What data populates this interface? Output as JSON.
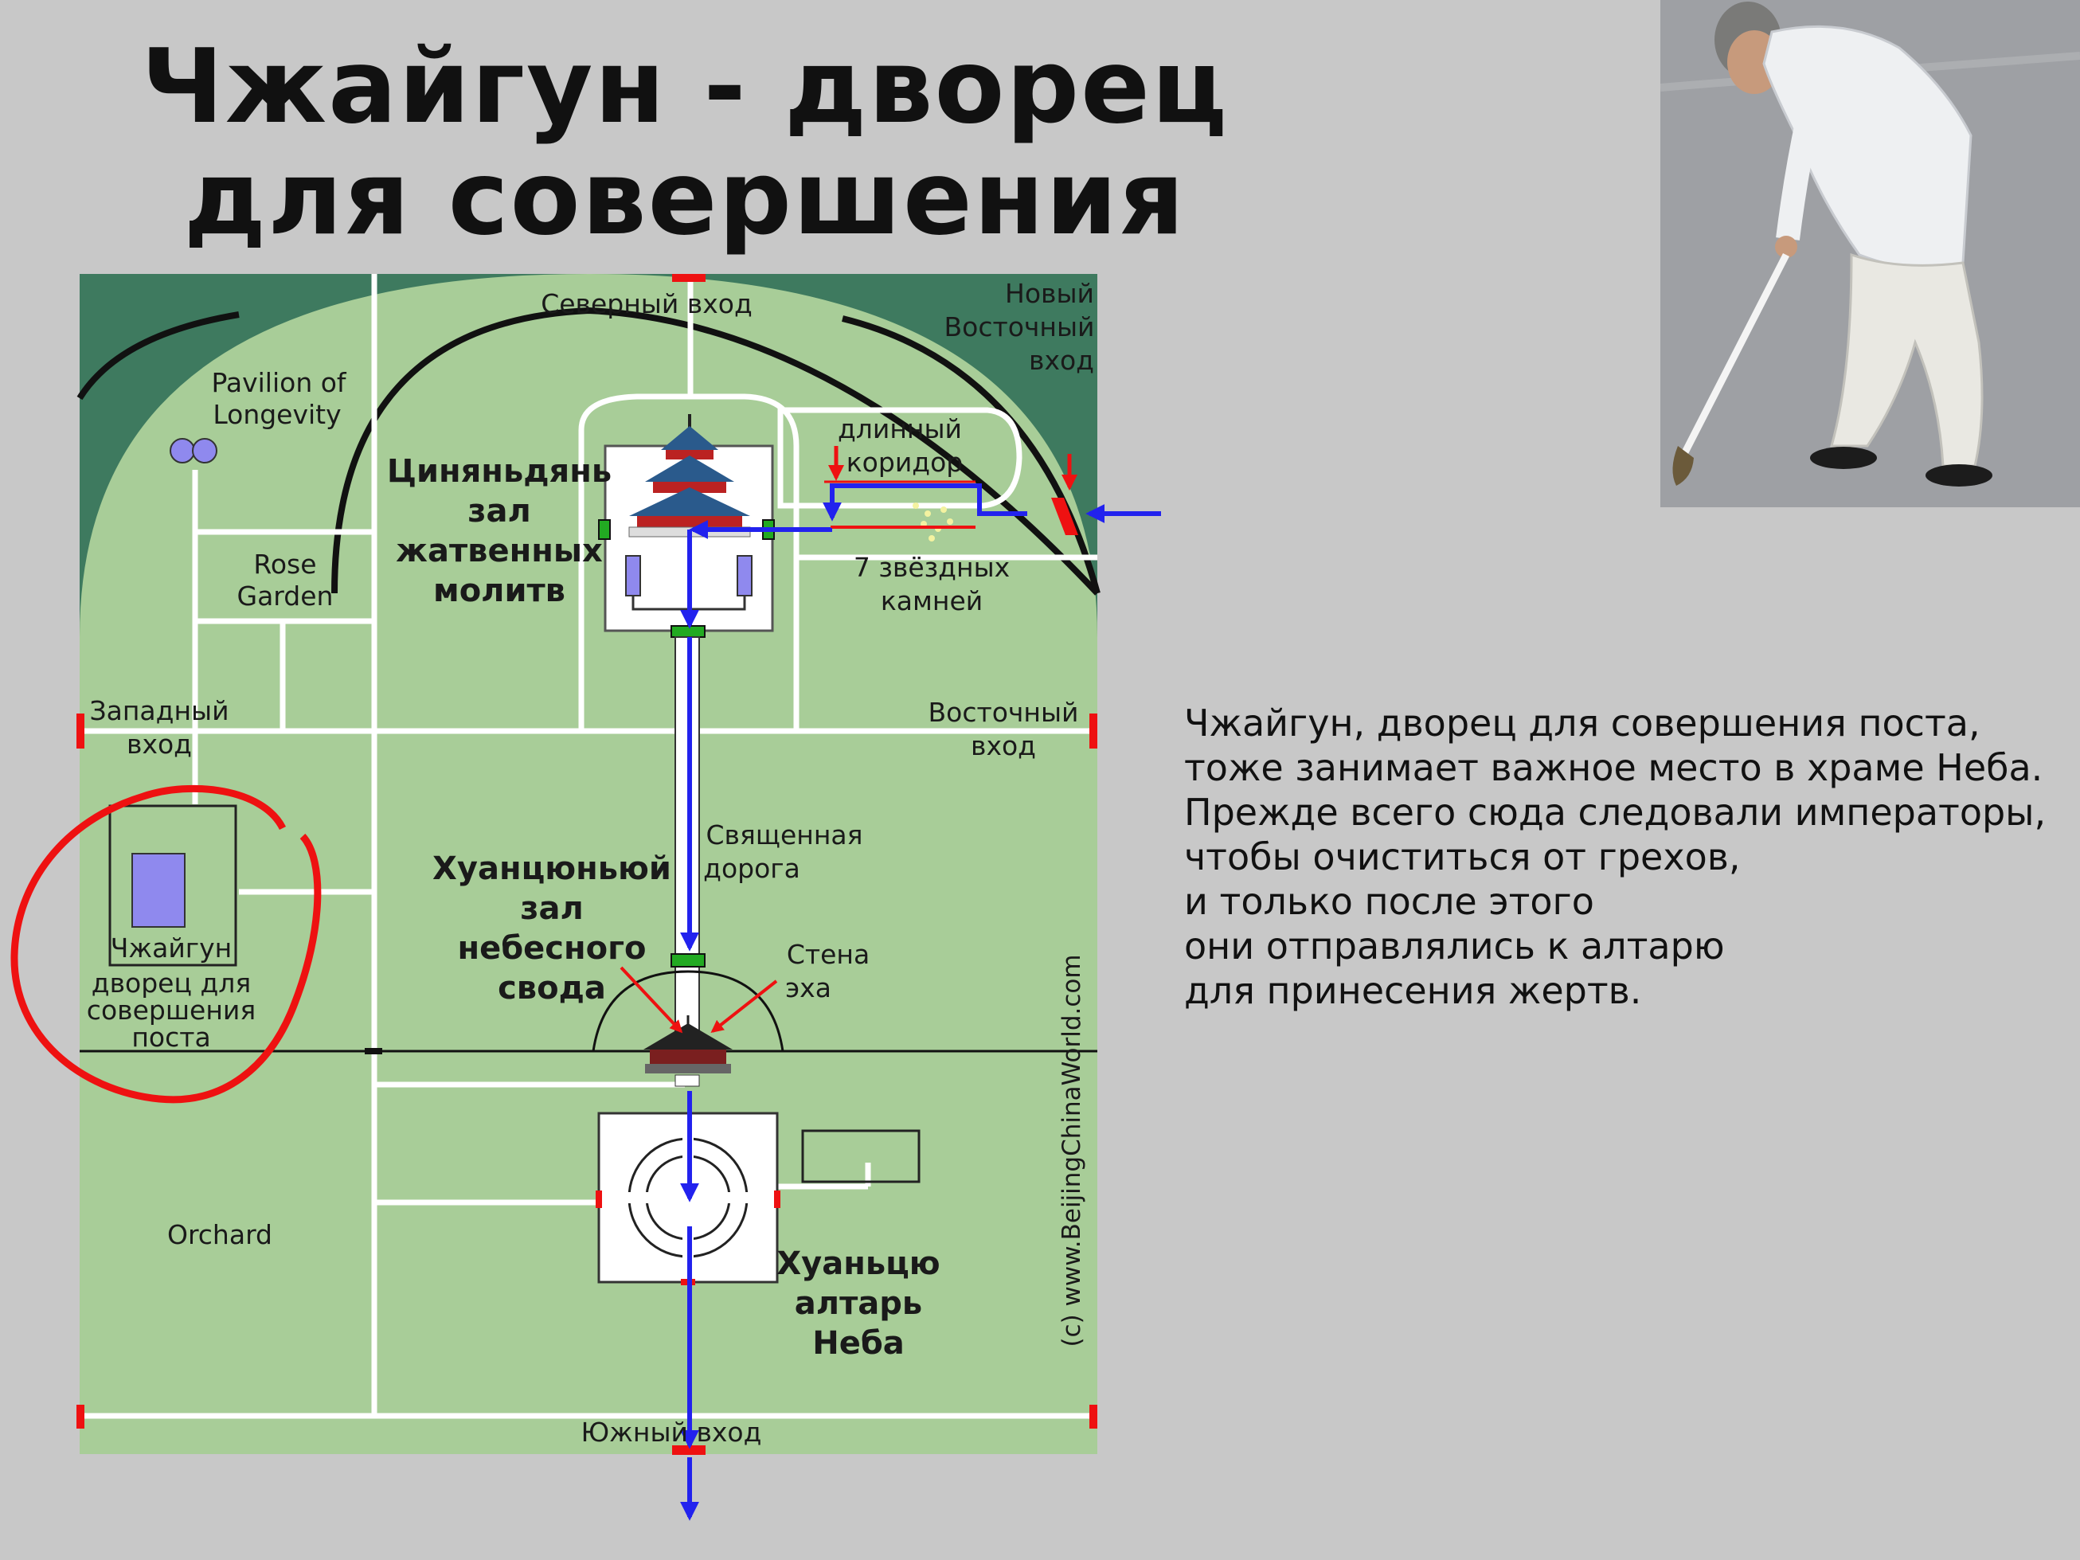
{
  "slide": {
    "title_line1": "Чжайгун - дворец",
    "title_line2": "для совершения поста"
  },
  "map": {
    "north_entrance": "Северный вход",
    "new_east_entrance": [
      "Новый",
      "Восточный",
      "вход"
    ],
    "pavilion_of_longevity": [
      "Pavilion of",
      "Longevity"
    ],
    "qinian_hall": [
      "Циняньдянь",
      "зал",
      "жатвенных",
      "молитв"
    ],
    "long_corridor": [
      "длинный",
      "коридор"
    ],
    "rose_garden": [
      "Rose",
      "Garden"
    ],
    "seven_star_stones": [
      "7 звёздных",
      "камней"
    ],
    "west_entrance": [
      "Западный",
      "вход"
    ],
    "east_entrance": [
      "Восточный",
      "вход"
    ],
    "sacred_way": [
      "Священная",
      "дорога"
    ],
    "huangqiongyu_hall": [
      "Хуанцюньюй",
      "зал",
      "небесного",
      "свода"
    ],
    "echo_wall": [
      "Стена",
      "эха"
    ],
    "zhaigong": [
      "Чжайгун",
      "дворец для",
      "совершения",
      "поста"
    ],
    "orchard": "Orchard",
    "huanqiu_altar": [
      "Хуаньцю",
      "алтарь",
      "Неба"
    ],
    "south_entrance": "Южный вход",
    "copyright": "(c) www.BeijingChinaWorld.com"
  },
  "description": [
    "Чжайгун, дворец для совершения поста,",
    "тоже занимает важное место в храме Неба.",
    "Прежде всего сюда следовали императоры,",
    "чтобы очиститься от грехов,",
    "и только после этого",
    "они отправлялись к алтарю",
    "для принесения жертв."
  ],
  "colors": {
    "background": "#c8c8c8",
    "map_green": "#a8cd98",
    "outer_dark": "#3e7a5f",
    "route_blue": "#2222ee",
    "highlight_red": "#ee1111"
  }
}
